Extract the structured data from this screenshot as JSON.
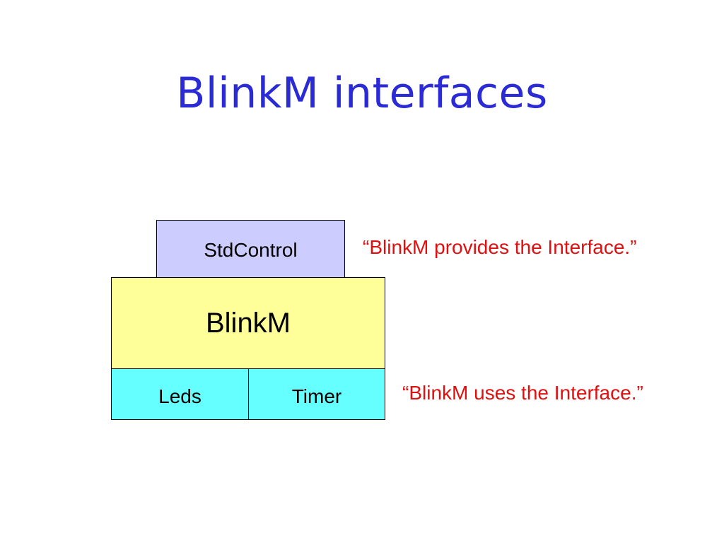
{
  "slide": {
    "title": "BlinkM interfaces"
  },
  "diagram": {
    "provided_interface": "StdControl",
    "component": "BlinkM",
    "used_interfaces": [
      "Leds",
      "Timer"
    ]
  },
  "annotations": {
    "provides": "“BlinkM provides the Interface.”",
    "uses": "“BlinkM uses the Interface.”"
  },
  "colors": {
    "title": "#2a2ad6",
    "provided_fill": "#ccccff",
    "component_fill": "#ffff99",
    "used_fill": "#66ffff",
    "annotation": "#e01010"
  }
}
